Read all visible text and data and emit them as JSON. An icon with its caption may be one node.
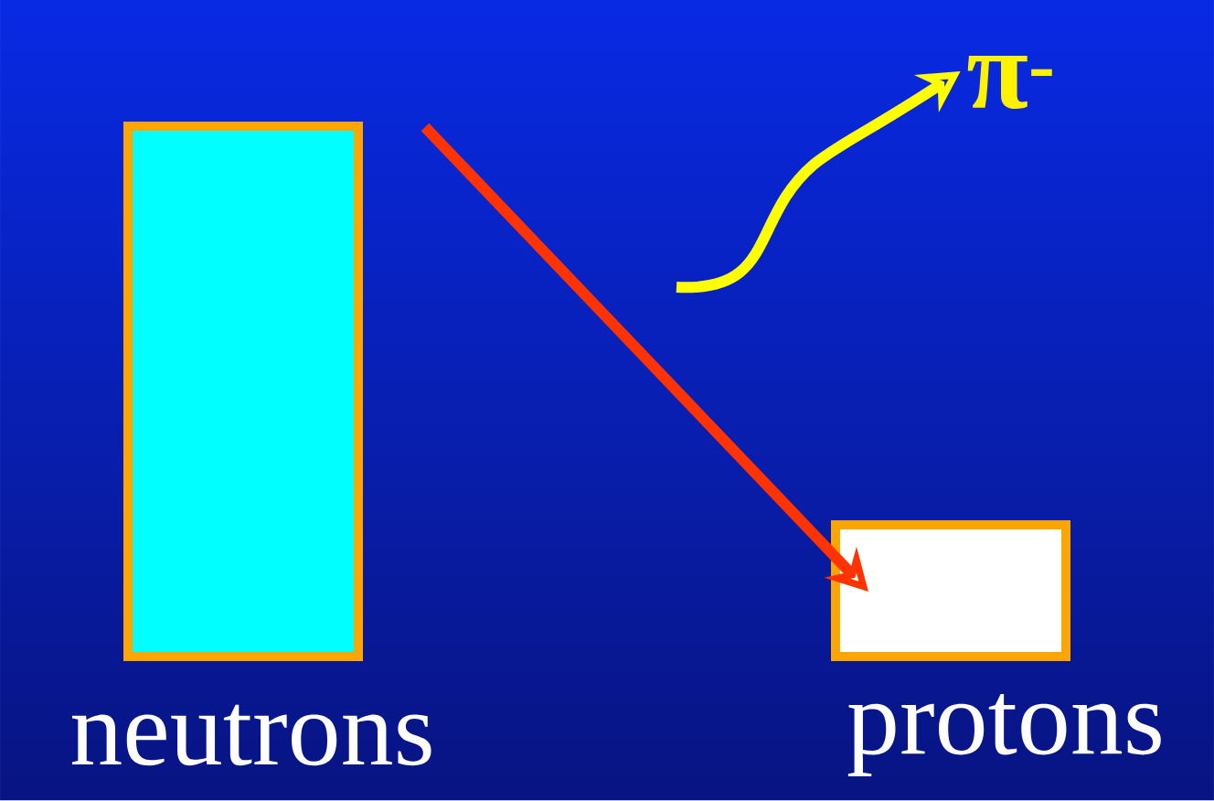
{
  "diagram": {
    "nodes": [
      {
        "text": [
          "neutrons"
        ]
      },
      {
        "text": [
          "protons"
        ]
      },
      {
        "text": [
          "π$^{-}$"
        ]
      }
    ],
    "edges": [
      {
        "from": 0,
        "to": 1,
        "arrow": "to",
        "color": "#ff3300"
      },
      {
        "from": null,
        "to": 2,
        "arrow": "to",
        "color": "#ffff00"
      }
    ]
  }
}
